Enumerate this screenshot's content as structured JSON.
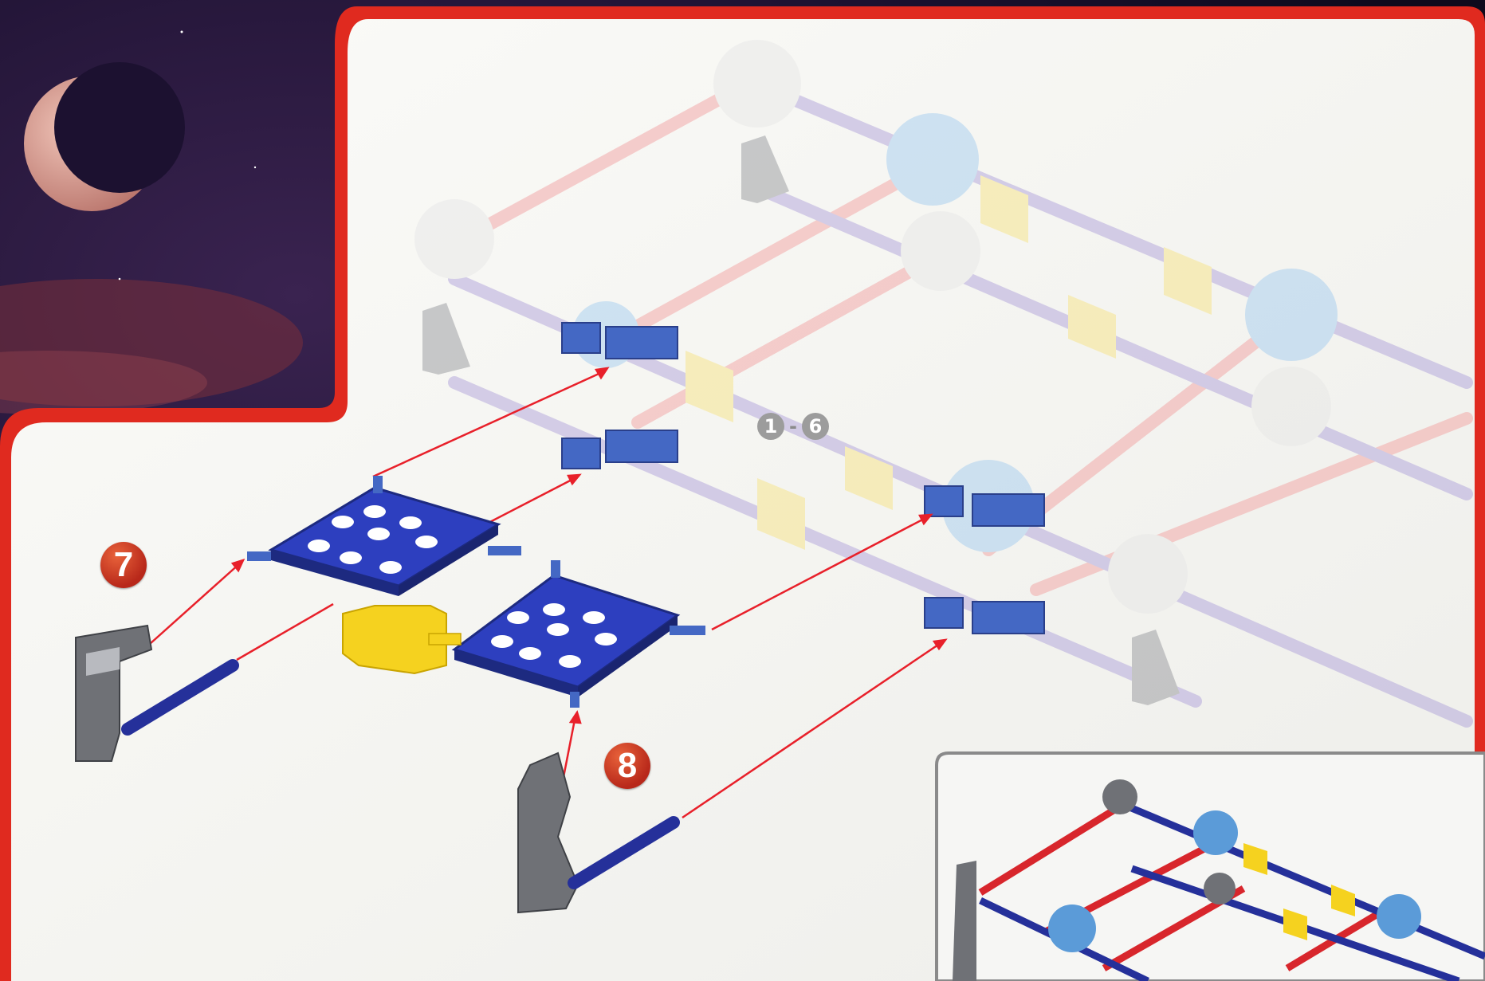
{
  "steps": {
    "step7": "7",
    "step8": "8"
  },
  "previous_steps": {
    "start": "1",
    "separator": "-",
    "end": "6"
  },
  "colors": {
    "frame_red": "#e02a1f",
    "panel_bg": "#f3f3f0",
    "space_bg": "#1a0f2e",
    "plate_blue": "#2d3fbf",
    "rod_red": "#d8262c",
    "rod_blue": "#25309a",
    "connector_yellow": "#f5d21f",
    "connector_light_blue": "#5b9bd8",
    "bracket_gray": "#6f7176",
    "arrow_red": "#e8202a"
  },
  "icons": [
    "crescent-moon-icon",
    "blue-square-plate",
    "yellow-connector",
    "gray-bracket",
    "blue-rod",
    "assembly-frame"
  ]
}
